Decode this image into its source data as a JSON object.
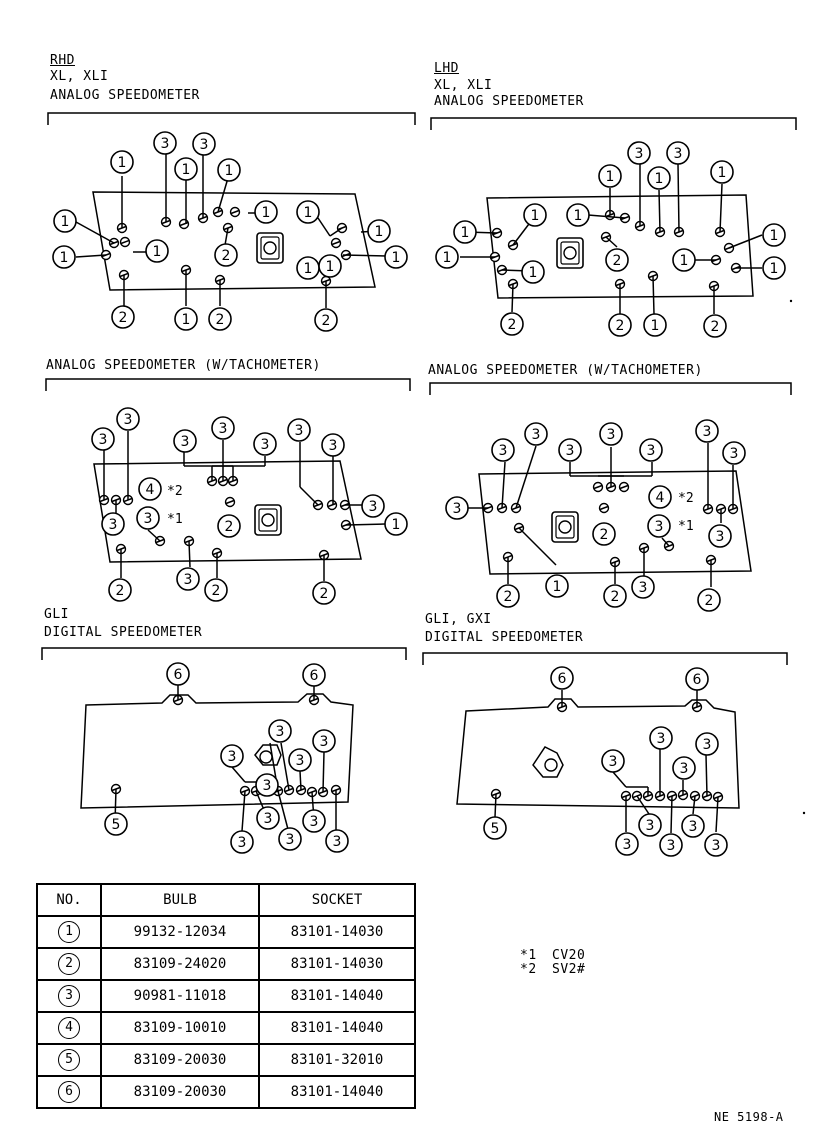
{
  "panels": {
    "rhd": {
      "region": "RHD",
      "model": "XL, XLI",
      "type": "ANALOG SPEEDOMETER"
    },
    "lhd": {
      "region": "LHD",
      "model": "XL, XLI",
      "type": "ANALOG SPEEDOMETER"
    },
    "rhd_tacho": {
      "type": "ANALOG SPEEDOMETER (W/TACHOMETER)"
    },
    "lhd_tacho": {
      "type": "ANALOG SPEEDOMETER (W/TACHOMETER)"
    },
    "rhd_digital": {
      "model": "GLI",
      "type": "DIGITAL SPEEDOMETER"
    },
    "lhd_digital": {
      "model": "GLI, GXI",
      "type": "DIGITAL SPEEDOMETER"
    }
  },
  "notes": {
    "star1": "*1",
    "cv20": "CV20",
    "star2": "*2",
    "sv2": "SV2#"
  },
  "table": {
    "headers": {
      "no": "NO.",
      "bulb": "BULB",
      "socket": "SOCKET"
    },
    "rows": [
      {
        "no": "1",
        "bulb": "99132-12034",
        "socket": "83101-14030"
      },
      {
        "no": "2",
        "bulb": "83109-24020",
        "socket": "83101-14030"
      },
      {
        "no": "3",
        "bulb": "90981-11018",
        "socket": "83101-14040"
      },
      {
        "no": "4",
        "bulb": "83109-10010",
        "socket": "83101-14040"
      },
      {
        "no": "5",
        "bulb": "83109-20030",
        "socket": "83101-32010"
      },
      {
        "no": "6",
        "bulb": "83109-20030",
        "socket": "83101-14040"
      }
    ]
  },
  "ref": "NE 5198-A"
}
